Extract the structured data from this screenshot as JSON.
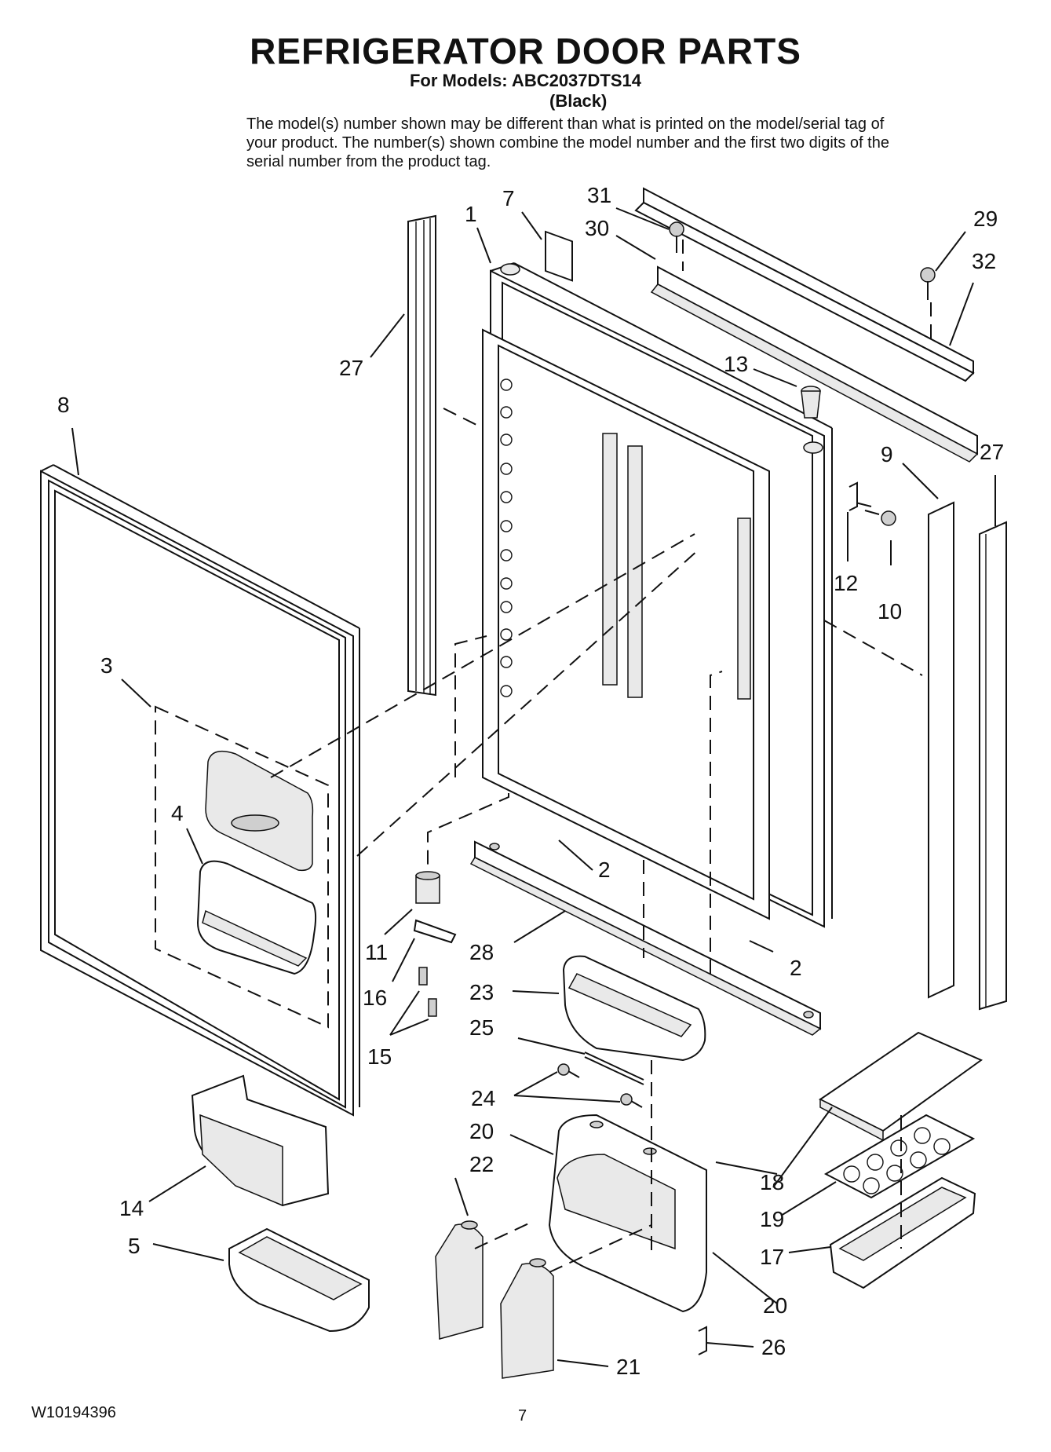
{
  "header": {
    "title": "REFRIGERATOR DOOR PARTS",
    "subtitle": "For Models: ABC2037DTS14",
    "model_color": "(Black)",
    "note": "The model(s) number shown may be different than what is printed on the model/serial tag of your product. The number(s) shown combine the model number and the first two digits of the serial number from the product tag."
  },
  "callouts": {
    "c1": "1",
    "c2a": "2",
    "c2b": "2",
    "c3": "3",
    "c4": "4",
    "c5": "5",
    "c7": "7",
    "c8": "8",
    "c9": "9",
    "c10": "10",
    "c11": "11",
    "c12": "12",
    "c13": "13",
    "c14": "14",
    "c15": "15",
    "c16": "16",
    "c17": "17",
    "c18": "18",
    "c19": "19",
    "c20a": "20",
    "c20b": "20",
    "c21": "21",
    "c22": "22",
    "c23": "23",
    "c24": "24",
    "c25": "25",
    "c26": "26",
    "c27a": "27",
    "c27b": "27",
    "c28": "28",
    "c29": "29",
    "c30": "30",
    "c31": "31",
    "c32": "32"
  },
  "footer": {
    "doc_number": "W10194396",
    "page": "7"
  }
}
